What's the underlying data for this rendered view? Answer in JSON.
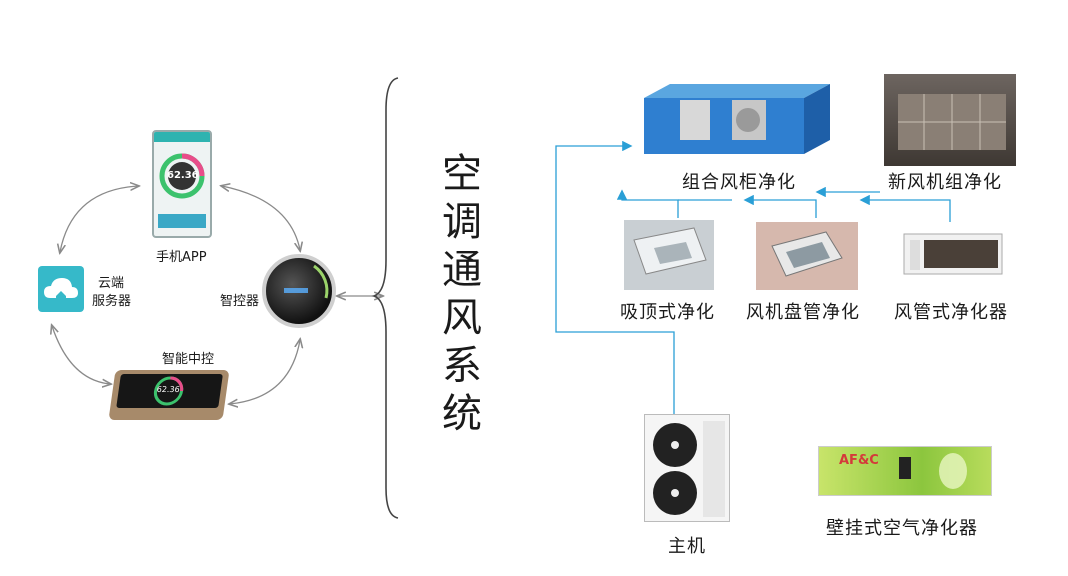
{
  "title_chars": [
    "空",
    "调",
    "通",
    "风",
    "系",
    "统"
  ],
  "left": {
    "phone_label": "手机APP",
    "phone_reading": "62.36",
    "cloud_label_1": "云端",
    "cloud_label_2": "服务器",
    "controller_label": "智控器",
    "panel_label": "智能中控",
    "panel_reading": "62.36"
  },
  "right": {
    "ahu_label": "组合风柜净化",
    "fresh_air_label": "新风机组净化",
    "ceiling_label": "吸顶式净化",
    "fan_coil_label": "风机盘管净化",
    "duct_label": "风管式净化器",
    "outdoor_label": "主机",
    "wall_label": "壁挂式空气净化器",
    "wall_brand": "AF&C"
  },
  "colors": {
    "flow": "#2a9fd6",
    "cloud": "#36b9c9",
    "arrow_grey": "#8a8a8a"
  }
}
